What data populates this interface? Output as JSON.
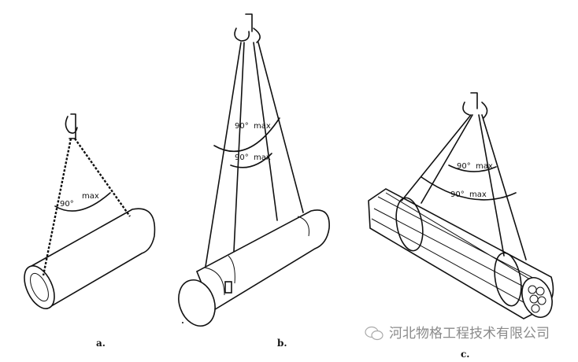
{
  "figures": [
    {
      "caption": "a.",
      "angle_labels": [
        {
          "angle": "90°",
          "unit": "max"
        }
      ]
    },
    {
      "caption": "b.",
      "angle_labels": [
        {
          "angle": "90°",
          "unit": "max"
        },
        {
          "angle": "90°",
          "unit": "max"
        }
      ]
    },
    {
      "caption": "c.",
      "angle_labels": [
        {
          "angle": "90°",
          "unit": "max"
        },
        {
          "angle": "90°",
          "unit": "max"
        }
      ]
    }
  ],
  "watermark": {
    "text": "河北物格工程技术有限公司",
    "icon": "wechat-icon"
  }
}
